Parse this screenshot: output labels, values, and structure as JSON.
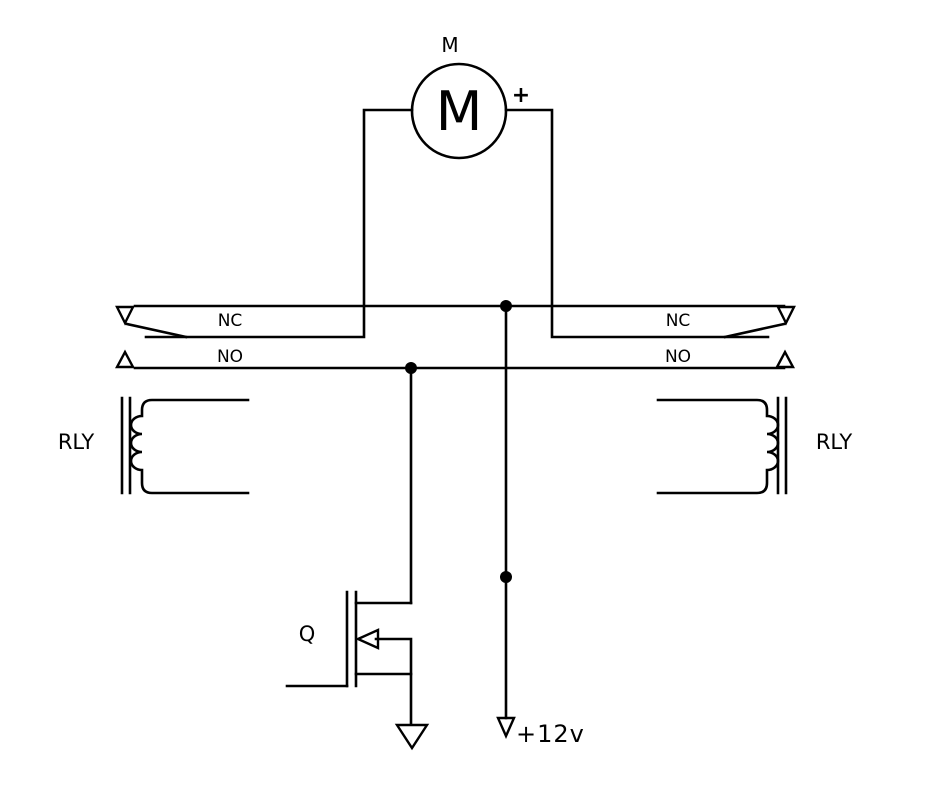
{
  "diagram": {
    "title": "",
    "components": {
      "motor": {
        "ref": "M",
        "symbol": "M",
        "polarity": "+"
      },
      "relay_left": {
        "ref": "RLY",
        "contact_nc": "NC",
        "contact_no": "NO"
      },
      "relay_right": {
        "ref": "RLY",
        "contact_nc": "NC",
        "contact_no": "NO"
      },
      "transistor": {
        "ref": "Q"
      },
      "supply": {
        "label": "+12v"
      }
    },
    "colors": {
      "ink": "#000000",
      "background": "#ffffff"
    },
    "icons": [
      "motor-icon",
      "relay-coil-icon",
      "mosfet-icon",
      "ground-icon",
      "supply-arrow-icon"
    ]
  }
}
